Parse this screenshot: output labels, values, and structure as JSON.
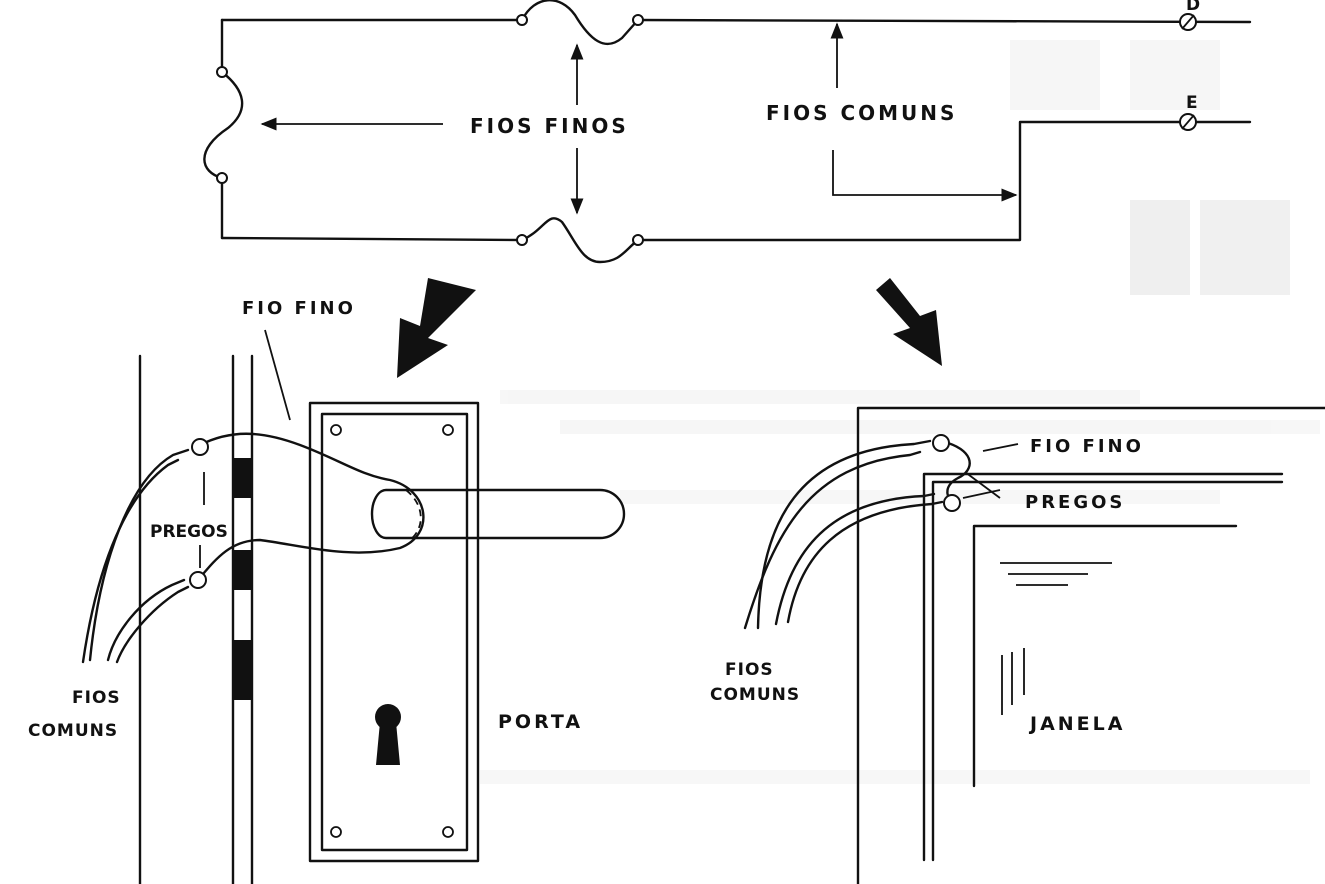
{
  "labels": {
    "fios_finos": "FIOS FINOS",
    "fios_comuns_top": "FIOS COMUNS",
    "terminal_d": "D",
    "terminal_e": "E",
    "fio_fino_door": "FIO FINO",
    "pregos_door": "PREGOS",
    "fios_comuns_door_line1": "FIOS",
    "fios_comuns_door_line2": "COMUNS",
    "porta": "PORTA",
    "fio_fino_window": "FIO FINO",
    "pregos_window": "PREGOS",
    "fios_comuns_window_line1": "FIOS",
    "fios_comuns_window_line2": "COMUNS",
    "janela": "JANELA"
  },
  "colors": {
    "ink": "#111111",
    "paper": "#ffffff",
    "bleed": "#d9d9d9"
  }
}
